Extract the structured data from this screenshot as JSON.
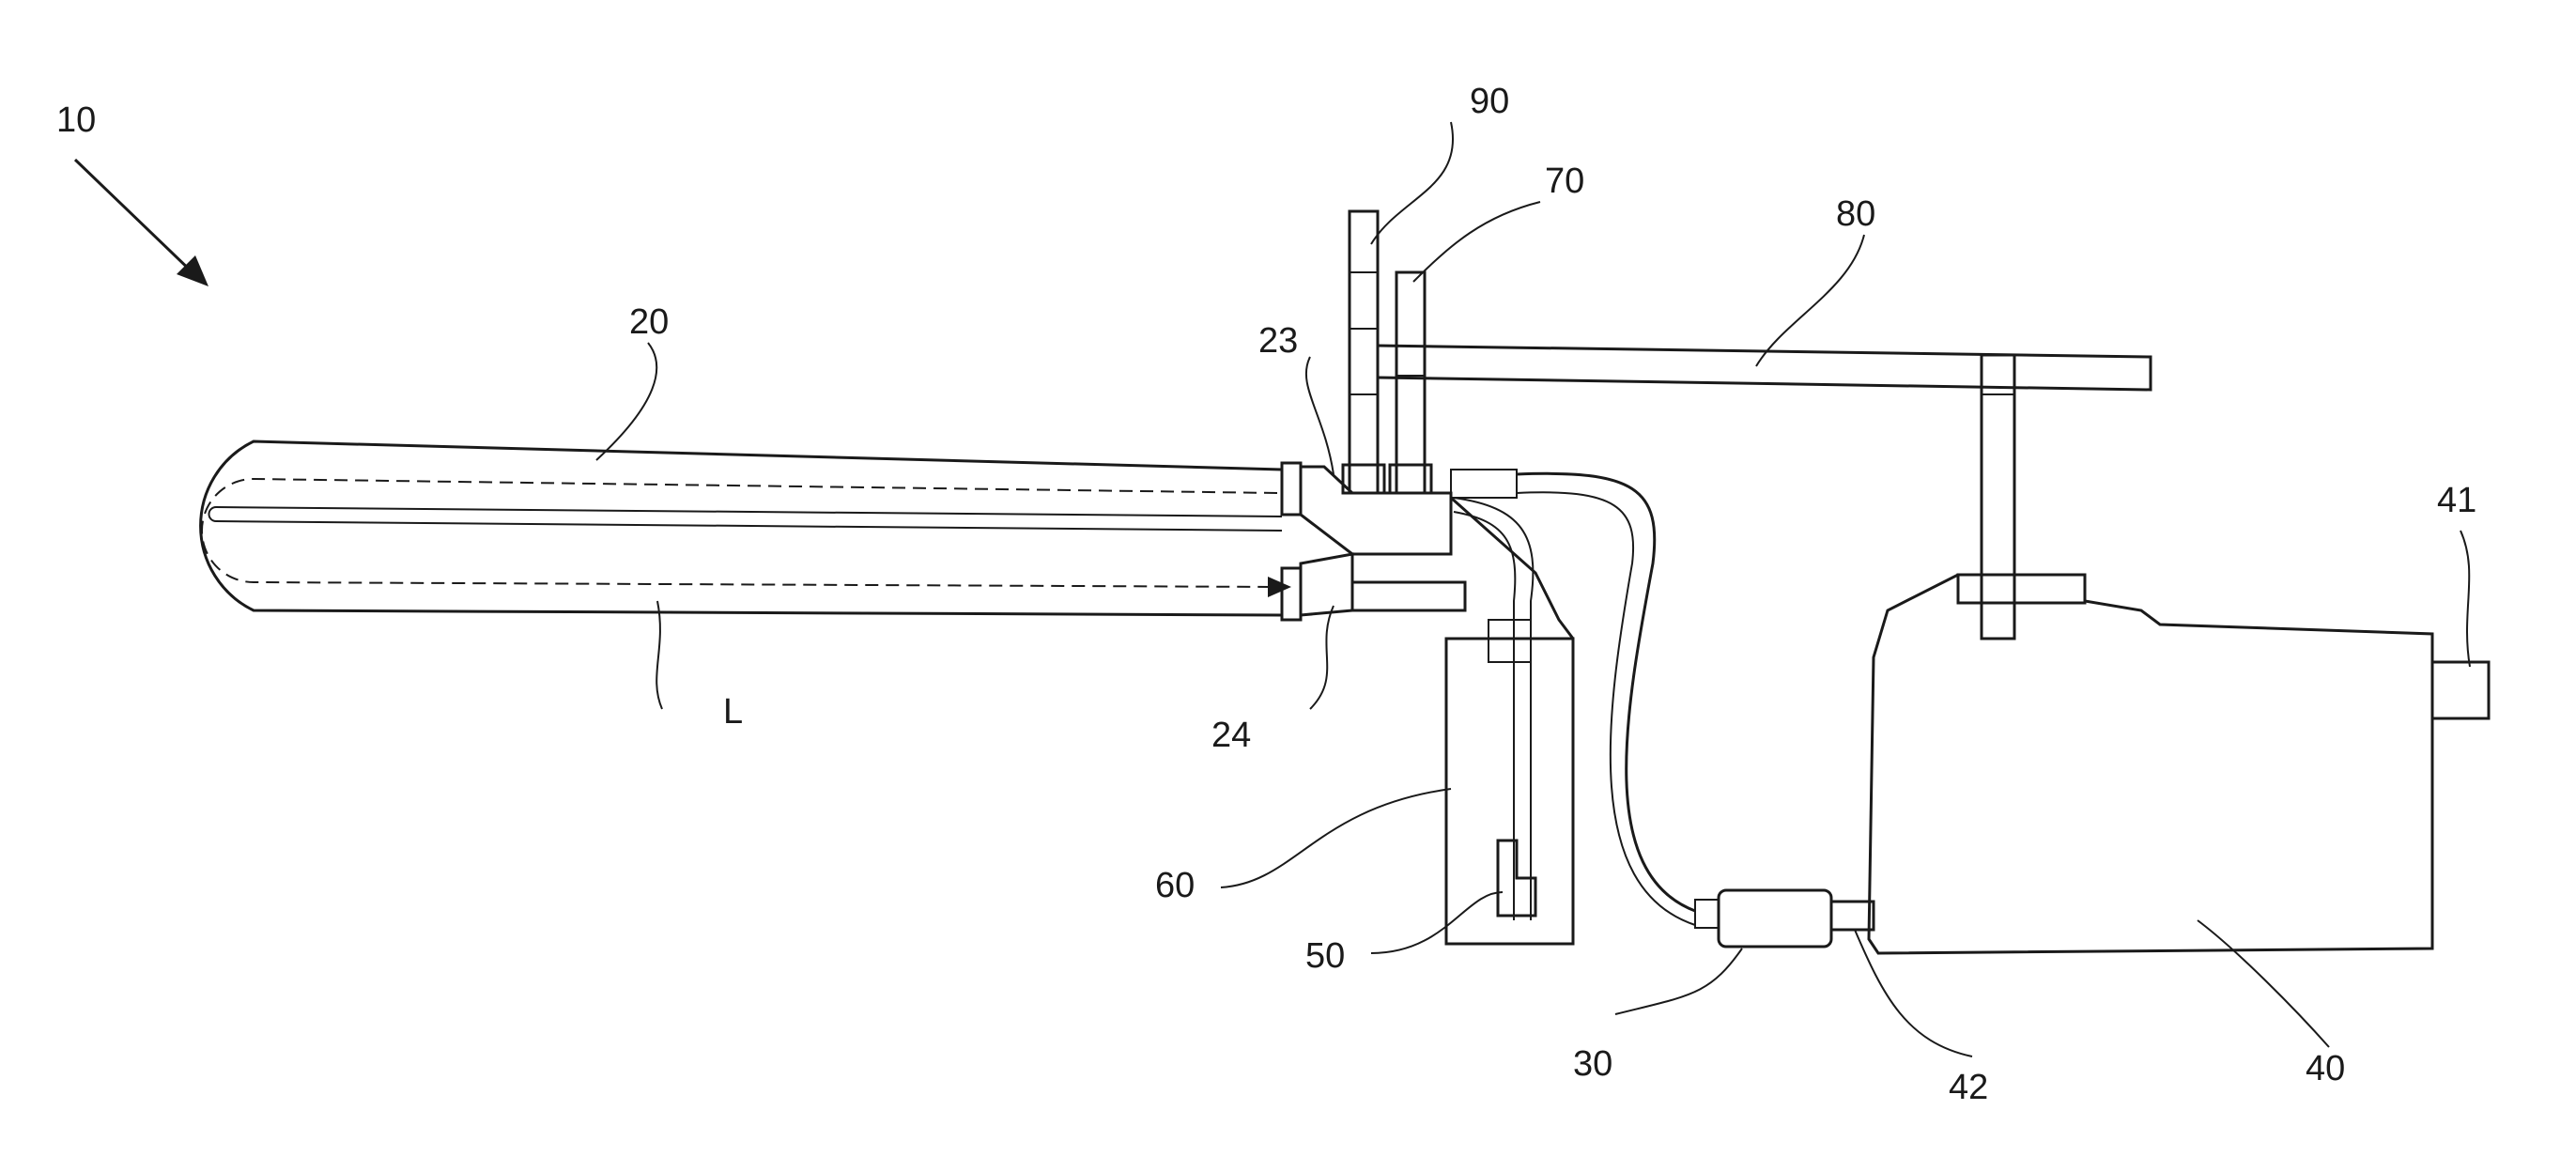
{
  "figure": {
    "labels": {
      "apparatus": "10",
      "heater_tube": "20",
      "port_upper": "23",
      "port_lower": "24",
      "pump": "30",
      "tank": "40",
      "tank_outlet": "41",
      "tank_inlet": "42",
      "pickup": "50",
      "reservoir": "60",
      "vent_a": "70",
      "support_bar": "80",
      "vent_b": "90",
      "flow_path": "L"
    }
  }
}
